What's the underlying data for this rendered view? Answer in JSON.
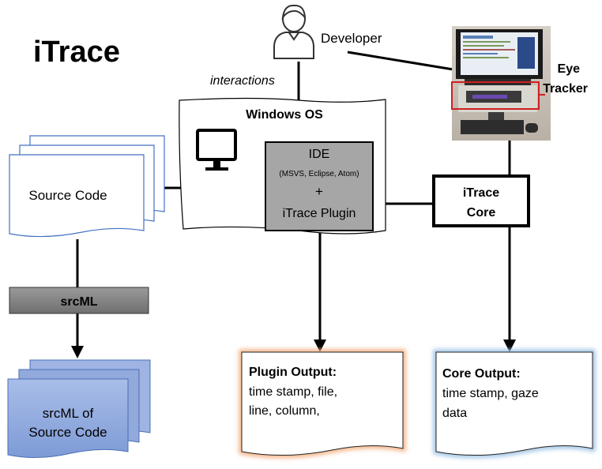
{
  "diagram": {
    "title": "iTrace",
    "actor": {
      "label": "Developer",
      "icon": "person-icon"
    },
    "interactions_label": "interactions",
    "os_label": "Windows OS",
    "ide": {
      "title": "IDE",
      "subtitle": "(MSVS, Eclipse, Atom)",
      "plus": "+",
      "plugin": "iTrace Plugin"
    },
    "eye_tracker": {
      "line1": "Eye",
      "line2": "Tracker",
      "icon": "eye-tracker-photo"
    },
    "core": {
      "line1": "iTrace",
      "line2": "Core"
    },
    "source_code": "Source Code",
    "srcml": "srcML",
    "srcml_output": {
      "line1": "srcML of",
      "line2": "Source Code"
    },
    "plugin_output": {
      "heading": "Plugin Output:",
      "line1": "time stamp, file,",
      "line2": "line, column,"
    },
    "core_output": {
      "heading": "Core Output:",
      "line1": "time stamp, gaze",
      "line2": "data"
    },
    "colors": {
      "ide_fill": "#a6a6a6",
      "srcml_bar_fill": "#7f7f7f",
      "srcml_doc_fill": "#8ea9db",
      "source_doc_stroke": "#4472c4",
      "plugin_glow": "#f4b183",
      "core_glow": "#9dc3e6"
    }
  }
}
